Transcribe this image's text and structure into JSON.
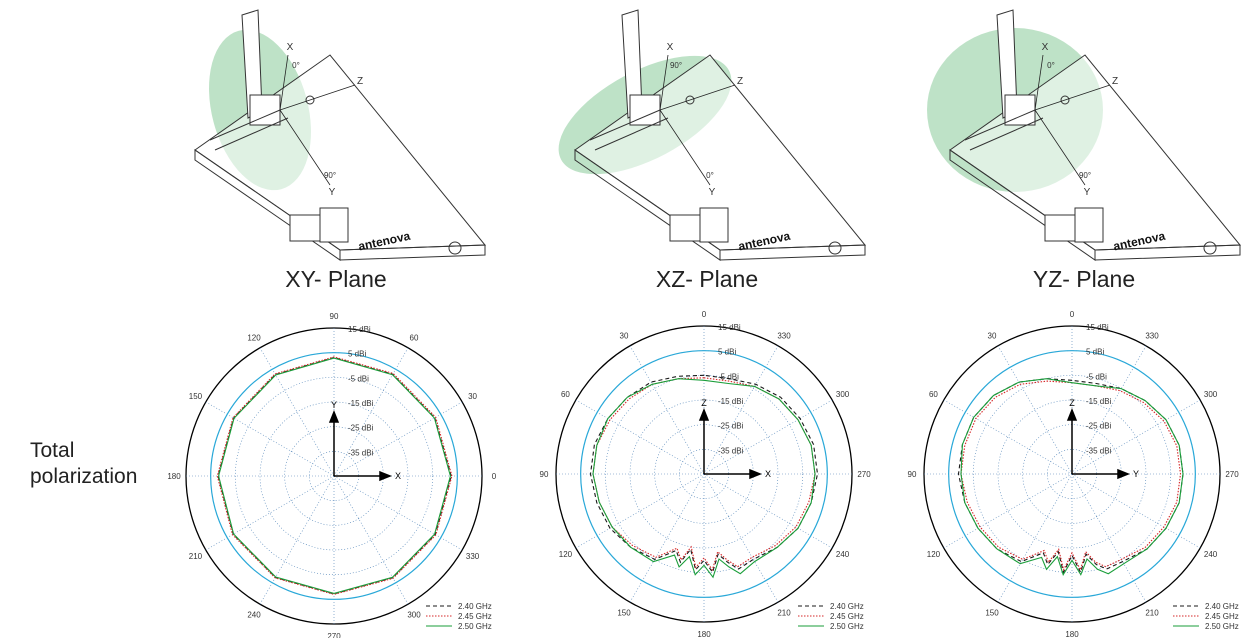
{
  "panels": [
    {
      "title": "XY- Plane",
      "axes": {
        "vertical": "X",
        "horizontal": "Z",
        "bottom": "Y"
      },
      "angle_labels": [
        "0°",
        "90°"
      ]
    },
    {
      "title": "XZ- Plane",
      "axes": {
        "vertical": "X",
        "horizontal": "Z",
        "bottom": "Y"
      },
      "angle_labels": [
        "90°",
        "0°"
      ]
    },
    {
      "title": "YZ- Plane",
      "axes": {
        "vertical": "X",
        "horizontal": "Z",
        "bottom": "Y"
      },
      "angle_labels": [
        "0°",
        "90°"
      ]
    }
  ],
  "brand": {
    "logo_text": "antenova"
  },
  "row_label": [
    "Total",
    "polarization"
  ],
  "colors": {
    "2.40 GHz": "#1a1a1a",
    "2.45 GHz": "#d62728",
    "2.50 GHz": "#1a9e3a",
    "reference": "#29a8d8",
    "fill": "#a8d8b4"
  },
  "chart_data": [
    {
      "type": "polar",
      "angular_tick_labels": [
        "0",
        "30",
        "60",
        "90",
        "120",
        "150",
        "180",
        "210",
        "240",
        "270",
        "300",
        "330"
      ],
      "angular_positions": [
        "right",
        "upper-right",
        "upper-right",
        "top",
        "upper-left",
        "upper-left",
        "left",
        "lower-left",
        "lower-left",
        "bottom",
        "lower-right",
        "lower-right"
      ],
      "radial_tick_labels": [
        "15 dBi",
        "5 dBi",
        "-5 dBi",
        "-15 dBi",
        "-25 dBi",
        "-35 dBi"
      ],
      "rlim": [
        -45,
        15
      ],
      "axis_arrows": {
        "vertical": "Y",
        "horizontal": "X"
      },
      "reference_circle_dbi": 5,
      "legend": [
        "2.40 GHz",
        "2.45 GHz",
        "2.50 GHz"
      ],
      "legend_position": "bottom-right",
      "series": [
        {
          "name": "2.40 GHz",
          "angles": [
            0,
            30,
            60,
            90,
            120,
            150,
            180,
            210,
            240,
            270,
            300,
            330
          ],
          "values": [
            2.5,
            2.2,
            2.6,
            3.0,
            2.5,
            2.0,
            2.0,
            2.2,
            2.5,
            2.8,
            2.6,
            2.4
          ]
        },
        {
          "name": "2.45 GHz",
          "angles": [
            0,
            30,
            60,
            90,
            120,
            150,
            180,
            210,
            240,
            270,
            300,
            330
          ],
          "values": [
            2.8,
            2.6,
            3.0,
            3.3,
            2.8,
            2.3,
            2.3,
            2.5,
            2.7,
            3.0,
            2.9,
            2.7
          ]
        },
        {
          "name": "2.50 GHz",
          "angles": [
            0,
            30,
            60,
            90,
            120,
            150,
            180,
            210,
            240,
            270,
            300,
            330
          ],
          "values": [
            2.2,
            2.0,
            2.4,
            2.8,
            2.3,
            1.8,
            1.8,
            2.0,
            2.3,
            2.6,
            2.4,
            2.1
          ]
        }
      ]
    },
    {
      "type": "polar",
      "angular_tick_labels": [
        "0",
        "30",
        "60",
        "90",
        "120",
        "150",
        "180",
        "210",
        "240",
        "270",
        "300",
        "330"
      ],
      "angular_positions": [
        "top",
        "upper-right",
        "upper-right",
        "right",
        "lower-right",
        "lower-right",
        "bottom",
        "lower-left",
        "lower-left",
        "left",
        "upper-left",
        "upper-left"
      ],
      "radial_tick_labels": [
        "15 dBi",
        "5 dBi",
        "-5 dBi",
        "-15 dBi",
        "-25 dBi",
        "-35 dBi"
      ],
      "rlim": [
        -45,
        15
      ],
      "axis_arrows": {
        "vertical": "Z",
        "horizontal": "X"
      },
      "reference_circle_dbi": 5,
      "legend": [
        "2.40 GHz",
        "2.45 GHz",
        "2.50 GHz"
      ],
      "legend_position": "bottom-right",
      "series": [
        {
          "name": "2.40 GHz",
          "angles": [
            0,
            15,
            30,
            45,
            60,
            75,
            90,
            105,
            120,
            135,
            150,
            160,
            165,
            170,
            175,
            180,
            185,
            190,
            195,
            200,
            210,
            225,
            240,
            255,
            270,
            285,
            300,
            315,
            330,
            345
          ],
          "values": [
            -5,
            -4,
            -2,
            -1,
            0,
            1,
            1,
            0,
            -1,
            -3,
            -5,
            -12,
            -8,
            -14,
            -6,
            -10,
            -5,
            -12,
            -8,
            -4,
            -5,
            -3,
            -1,
            0,
            1,
            1,
            0,
            -1,
            -3,
            -5
          ]
        },
        {
          "name": "2.45 GHz",
          "angles": [
            0,
            15,
            30,
            45,
            60,
            75,
            90,
            105,
            120,
            135,
            150,
            160,
            165,
            170,
            175,
            180,
            185,
            190,
            195,
            200,
            210,
            225,
            240,
            255,
            270,
            285,
            300,
            315,
            330,
            345
          ],
          "values": [
            -6,
            -5,
            -3,
            -2,
            -1,
            0,
            0,
            -1,
            -2,
            -4,
            -6,
            -13,
            -9,
            -15,
            -7,
            -11,
            -6,
            -13,
            -9,
            -5,
            -6,
            -4,
            -2,
            -1,
            0,
            0,
            -1,
            -2,
            -4,
            -6
          ]
        },
        {
          "name": "2.50 GHz",
          "angles": [
            0,
            15,
            30,
            45,
            60,
            75,
            90,
            105,
            120,
            135,
            150,
            160,
            165,
            170,
            175,
            180,
            185,
            190,
            195,
            200,
            210,
            225,
            240,
            255,
            270,
            285,
            300,
            315,
            330,
            345
          ],
          "values": [
            -7,
            -5,
            -3,
            -1,
            0,
            0,
            0,
            -1,
            -2,
            -3,
            -4,
            -10,
            -6,
            -11,
            -4,
            -8,
            -3,
            -10,
            -6,
            -2,
            -4,
            -3,
            -1,
            0,
            0,
            0,
            -1,
            -2,
            -4,
            -7
          ]
        }
      ]
    },
    {
      "type": "polar",
      "angular_tick_labels": [
        "0",
        "30",
        "60",
        "90",
        "120",
        "150",
        "180",
        "210",
        "240",
        "270",
        "300",
        "330"
      ],
      "angular_positions": [
        "top",
        "upper-right",
        "upper-right",
        "right",
        "lower-right",
        "lower-right",
        "bottom",
        "lower-left",
        "lower-left",
        "left",
        "upper-left",
        "upper-left"
      ],
      "radial_tick_labels": [
        "15 dBi",
        "5 dBi",
        "-5 dBi",
        "-15 dBi",
        "-25 dBi",
        "-35 dBi"
      ],
      "rlim": [
        -45,
        15
      ],
      "axis_arrows": {
        "vertical": "Z",
        "horizontal": "Y"
      },
      "reference_circle_dbi": 5,
      "legend": [
        "2.40 GHz",
        "2.45 GHz",
        "2.50 GHz"
      ],
      "legend_position": "bottom-right",
      "series": [
        {
          "name": "2.40 GHz",
          "angles": [
            0,
            15,
            30,
            45,
            60,
            75,
            90,
            105,
            120,
            135,
            150,
            160,
            165,
            170,
            175,
            180,
            185,
            190,
            195,
            200,
            210,
            225,
            240,
            255,
            270,
            285,
            300,
            315,
            330,
            345
          ],
          "values": [
            -7,
            -5,
            -2,
            0,
            1,
            1,
            1,
            0,
            -1,
            -2,
            -4,
            -11,
            -7,
            -13,
            -5,
            -12,
            -5,
            -12,
            -7,
            -4,
            -4,
            -2,
            -1,
            0,
            0,
            0,
            -1,
            -3,
            -5,
            -7
          ]
        },
        {
          "name": "2.45 GHz",
          "angles": [
            0,
            15,
            30,
            45,
            60,
            75,
            90,
            105,
            120,
            135,
            150,
            160,
            165,
            170,
            175,
            180,
            185,
            190,
            195,
            200,
            210,
            225,
            240,
            255,
            270,
            285,
            300,
            315,
            330,
            345
          ],
          "values": [
            -8,
            -6,
            -3,
            -1,
            0,
            0,
            0,
            -1,
            -2,
            -3,
            -5,
            -12,
            -8,
            -14,
            -6,
            -13,
            -6,
            -13,
            -8,
            -5,
            -5,
            -3,
            -2,
            -1,
            -1,
            -1,
            -2,
            -4,
            -6,
            -8
          ]
        },
        {
          "name": "2.50 GHz",
          "angles": [
            0,
            15,
            30,
            45,
            60,
            75,
            90,
            105,
            120,
            135,
            150,
            160,
            165,
            170,
            175,
            180,
            185,
            190,
            195,
            200,
            210,
            225,
            240,
            255,
            270,
            285,
            300,
            315,
            330,
            345
          ],
          "values": [
            -8,
            -5,
            -2,
            0,
            1,
            1,
            0,
            0,
            -1,
            -2,
            -3,
            -9,
            -5,
            -11,
            -4,
            -10,
            -4,
            -10,
            -5,
            -2,
            -3,
            -2,
            -1,
            0,
            0,
            0,
            -1,
            -3,
            -5,
            -8
          ]
        }
      ]
    }
  ]
}
